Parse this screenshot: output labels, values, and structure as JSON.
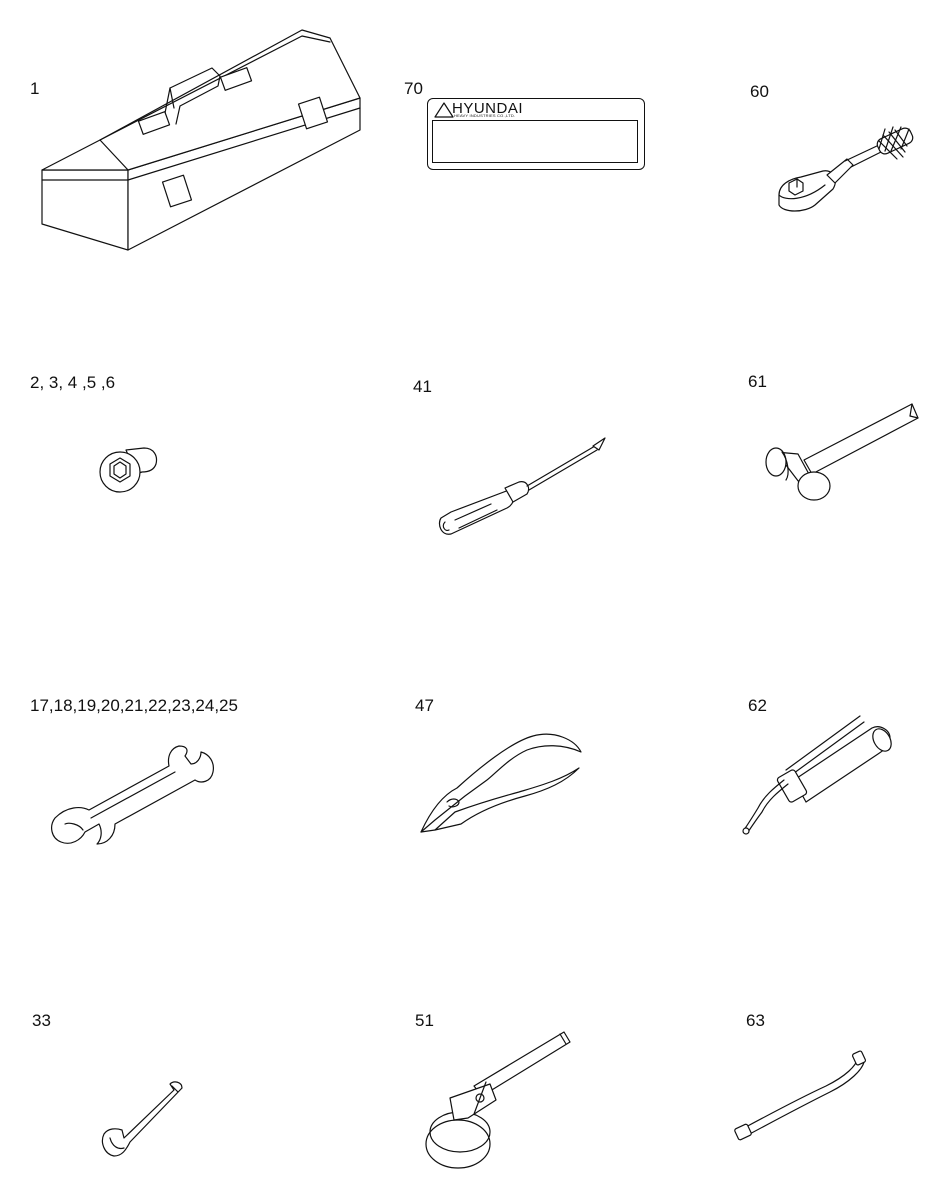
{
  "items": [
    {
      "label": "1",
      "icon": "toolbox-icon"
    },
    {
      "label": "70",
      "icon": "nameplate-icon"
    },
    {
      "label": "60",
      "icon": "ratchet-handle-icon"
    },
    {
      "label": "2, 3, 4 ,5 ,6",
      "icon": "socket-icon"
    },
    {
      "label": "41",
      "icon": "screwdriver-icon"
    },
    {
      "label": "61",
      "icon": "hammer-icon"
    },
    {
      "label": "17,18,19,20,21,22,23,24,25",
      "icon": "open-end-wrench-icon"
    },
    {
      "label": "47",
      "icon": "pliers-icon"
    },
    {
      "label": "62",
      "icon": "grease-gun-icon"
    },
    {
      "label": "33",
      "icon": "hex-key-icon"
    },
    {
      "label": "51",
      "icon": "filter-wrench-icon"
    },
    {
      "label": "63",
      "icon": "flexible-hose-icon"
    }
  ],
  "nameplate": {
    "brand": "HYUNDAI",
    "subtitle": "HEAVY INDUSTRIES CO.,LTD."
  }
}
